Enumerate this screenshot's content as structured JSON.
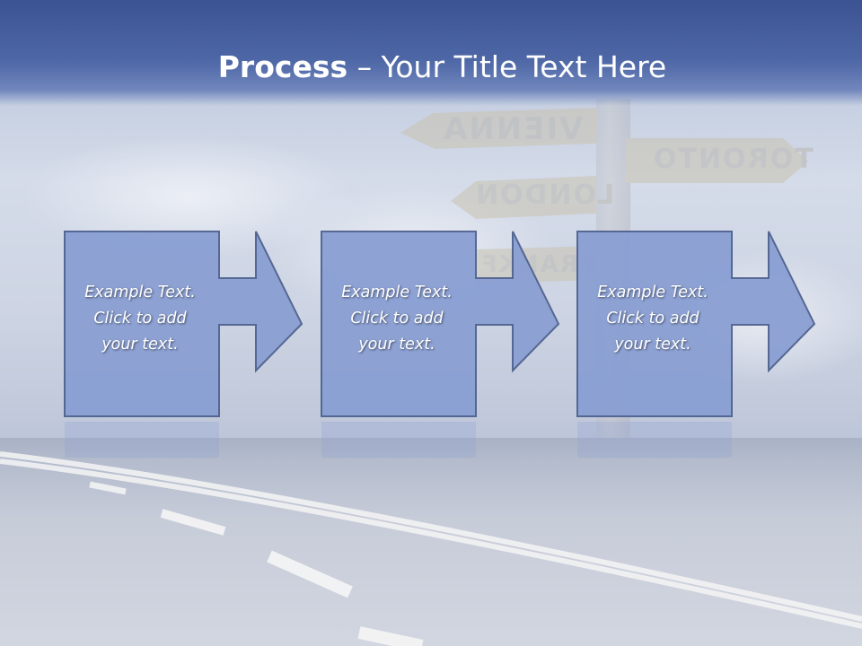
{
  "slide": {
    "title_bold": "Process",
    "title_rest": " – Your Title Text Here",
    "steps": [
      {
        "line1": "Example Text.",
        "line2": "Click  to add",
        "line3": "your text."
      },
      {
        "line1": "Example Text.",
        "line2": "Click  to add",
        "line3": "your text."
      },
      {
        "line1": "Example Text.",
        "line2": "Click  to add",
        "line3": "your text."
      }
    ],
    "background_signs": [
      "VIENNA",
      "TORONTO",
      "LONDON",
      "FRANKF"
    ]
  },
  "colors": {
    "title_band": "#4d66a5",
    "box_fill": "#8a9fd3",
    "box_stroke": "#4f628f",
    "text": "#ffffff"
  },
  "icons": [
    "road-background",
    "signpost-background"
  ]
}
